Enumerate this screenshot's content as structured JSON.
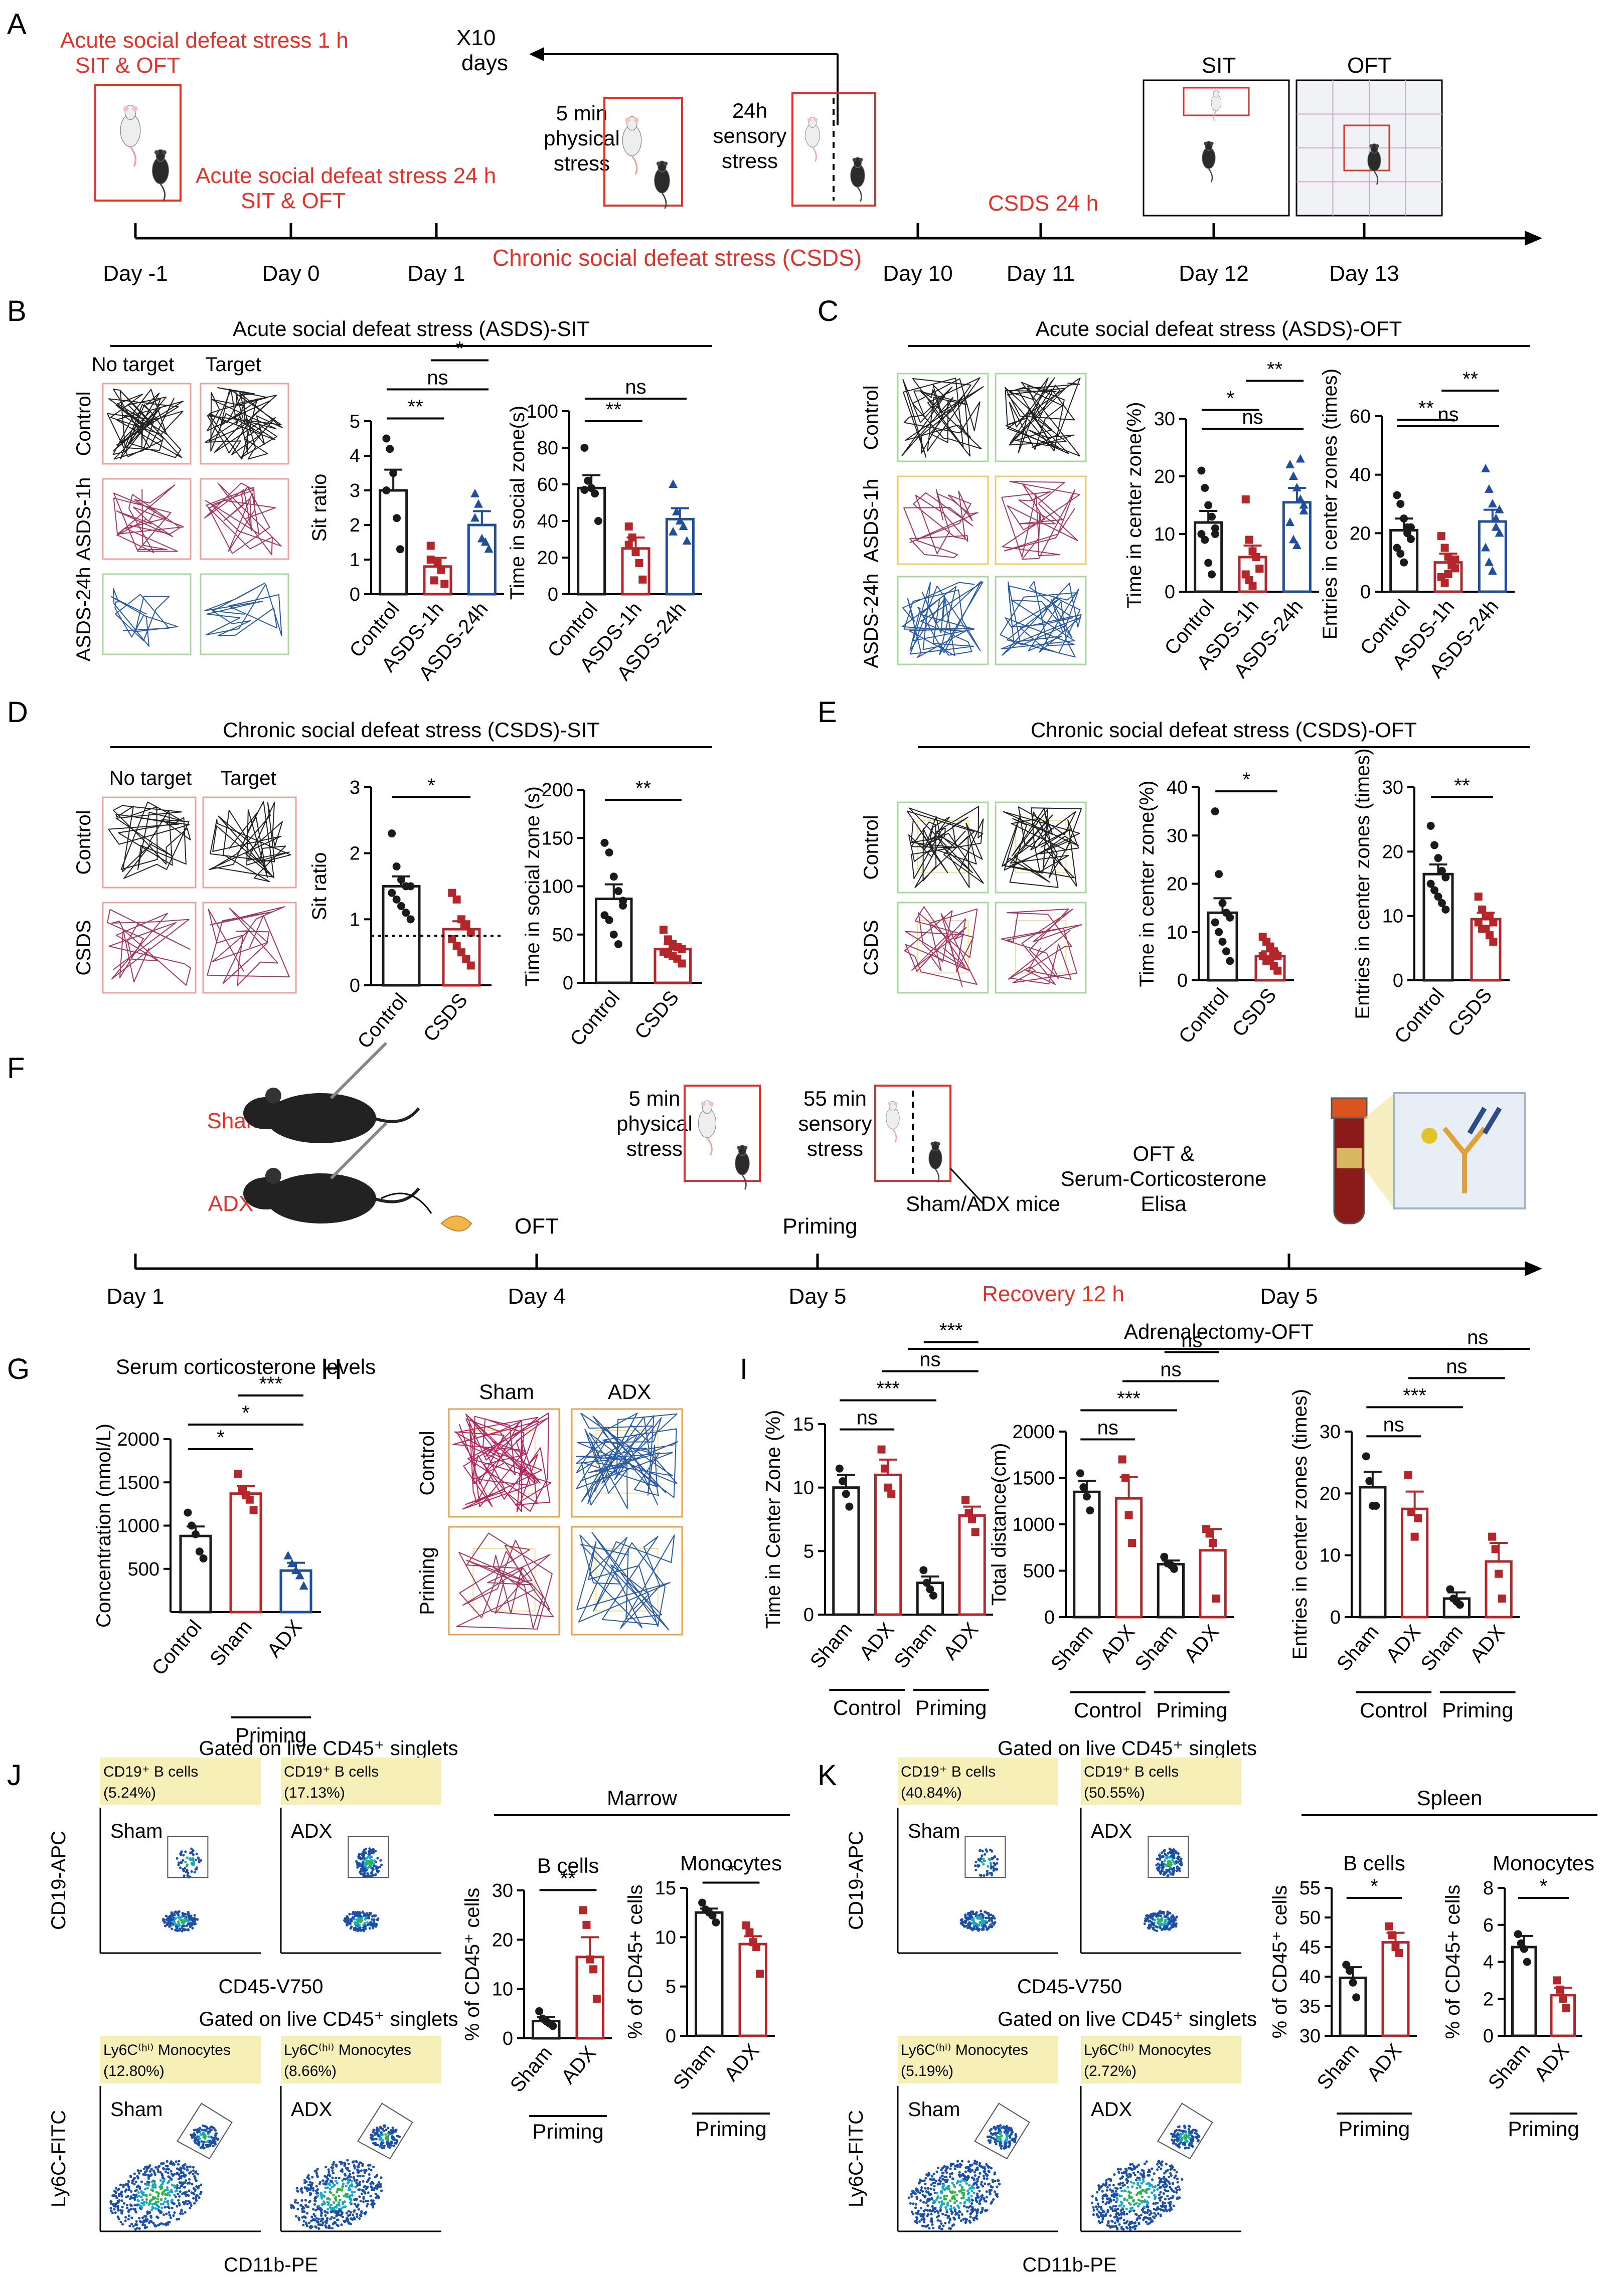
{
  "panel_letters": [
    "A",
    "B",
    "C",
    "D",
    "E",
    "F",
    "G",
    "H",
    "I",
    "J",
    "K"
  ],
  "colors": {
    "black": "#1a1a1a",
    "red": "#b5262a",
    "blue": "#1f4e9c",
    "accent_text": "#e0312b",
    "flow_box": "#f6f0b8"
  },
  "panel_a": {
    "notes": {
      "asds1": [
        "Acute social defeat stress 1 h",
        "SIT & OFT"
      ],
      "asds24": [
        "Acute social defeat stress 24 h",
        "SIT & OFT"
      ],
      "x10": [
        "X10",
        "days"
      ],
      "physical": [
        "5 min",
        "physical",
        "stress"
      ],
      "sensory": [
        "24h",
        "sensory",
        "stress"
      ],
      "csds24": "CSDS 24 h",
      "csds_span": "Chronic social defeat stress (CSDS)",
      "sit": "SIT",
      "oft": "OFT"
    },
    "timeline": [
      "Day -1",
      "Day 0",
      "Day 1",
      "Day 10",
      "Day 11",
      "Day 12",
      "Day 13"
    ]
  },
  "panel_b": {
    "title": "Acute social defeat stress (ASDS)-SIT",
    "col_labels": [
      "No target",
      "Target"
    ],
    "row_labels": [
      "Control",
      "ASDS-1h",
      "ASDS-24h"
    ]
  },
  "panel_c": {
    "title": "Acute social defeat stress (ASDS)-OFT",
    "row_labels": [
      "Control",
      "ASDS-1h",
      "ASDS-24h"
    ]
  },
  "panel_d": {
    "title": "Chronic social defeat stress (CSDS)-SIT",
    "col_labels": [
      "No target",
      "Target"
    ],
    "row_labels": [
      "Control",
      "CSDS"
    ]
  },
  "panel_e": {
    "title": "Chronic social defeat stress (CSDS)-OFT",
    "row_labels": [
      "Control",
      "CSDS"
    ]
  },
  "panel_f": {
    "sham": "Sham",
    "adx": "ADX",
    "physical": [
      "5 min",
      "physical",
      "stress"
    ],
    "sensory": [
      "55 min",
      "sensory",
      "stress"
    ],
    "mice": "Sham/ADX mice",
    "oft_elisa": [
      "OFT &",
      "Serum-Corticosterone",
      "Elisa"
    ],
    "oft": "OFT",
    "priming": "Priming",
    "recovery": "Recovery 12 h",
    "timeline": [
      "Day 1",
      "Day 4",
      "Day 5",
      "Day 5"
    ]
  },
  "panel_h": {
    "col_labels": [
      "Sham",
      "ADX"
    ],
    "row_labels": [
      "Control",
      "Priming"
    ]
  },
  "panel_i": {
    "title": "Adrenalectomy-OFT",
    "group_labels": [
      "Control",
      "Priming"
    ]
  },
  "panel_j": {
    "header": "Gated on live CD45⁺ singlets",
    "flow": [
      {
        "gate": [
          "CD19⁺ B cells",
          "(5.24%)"
        ],
        "sample": "Sham"
      },
      {
        "gate": [
          "CD19⁺ B cells",
          "(17.13%)"
        ],
        "sample": "ADX"
      },
      {
        "gate": [
          "Ly6C⁽ʰⁱ⁾ Monocytes",
          "(12.80%)"
        ],
        "sample": "Sham"
      },
      {
        "gate": [
          "Ly6C⁽ʰⁱ⁾ Monocytes",
          "(8.66%)"
        ],
        "sample": "ADX"
      }
    ],
    "top_xlabel": "CD45-V750",
    "top_ylabel": "CD19-APC",
    "bot_xlabel": "CD11b-PE",
    "bot_ylabel": "Ly6C-FITC",
    "tissue": "Marrow"
  },
  "panel_k": {
    "header": "Gated on live CD45⁺ singlets",
    "flow": [
      {
        "gate": [
          "CD19⁺ B cells",
          "(40.84%)"
        ],
        "sample": "Sham"
      },
      {
        "gate": [
          "CD19⁺ B cells",
          "(50.55%)"
        ],
        "sample": "ADX"
      },
      {
        "gate": [
          "Ly6C⁽ʰⁱ⁾ Monocytes",
          "(5.19%)"
        ],
        "sample": "Sham"
      },
      {
        "gate": [
          "Ly6C⁽ʰⁱ⁾ Monocytes",
          "(2.72%)"
        ],
        "sample": "ADX"
      }
    ],
    "top_xlabel": "CD45-V750",
    "top_ylabel": "CD19-APC",
    "bot_xlabel": "CD11b-PE",
    "bot_ylabel": "Ly6C-FITC",
    "tissue": "Spleen"
  },
  "chart_data": [
    {
      "id": "B1",
      "type": "bar",
      "ylabel": "Sit ratio",
      "ylim": [
        0,
        5
      ],
      "yticks": [
        0,
        1,
        2,
        3,
        4,
        5
      ],
      "categories": [
        "Control",
        "ASDS-1h",
        "ASDS-24h"
      ],
      "values": [
        3.0,
        0.8,
        2.0
      ],
      "errors": [
        0.6,
        0.25,
        0.4
      ],
      "points": [
        [
          4.5,
          4.2,
          3.5,
          2.2,
          1.3,
          3.0
        ],
        [
          1.4,
          0.4,
          0.9,
          0.7,
          0.3,
          1.0
        ],
        [
          2.9,
          2.6,
          1.6,
          1.5,
          1.3,
          2.2
        ]
      ],
      "sig": [
        [
          "**",
          0,
          1
        ],
        [
          "ns",
          0,
          2
        ],
        [
          "*",
          1,
          2
        ]
      ]
    },
    {
      "id": "B2",
      "type": "bar",
      "ylabel": "Time in social zone(s)",
      "ylim": [
        0,
        100
      ],
      "yticks": [
        0,
        20,
        40,
        60,
        80,
        100
      ],
      "categories": [
        "Control",
        "ASDS-1h",
        "ASDS-24h"
      ],
      "values": [
        58,
        25,
        41
      ],
      "errors": [
        7,
        6,
        6
      ],
      "points": [
        [
          80,
          62,
          58,
          55,
          40,
          57
        ],
        [
          37,
          31,
          23,
          17,
          8,
          27
        ],
        [
          60,
          45,
          40,
          37,
          29,
          34
        ]
      ],
      "sig": [
        [
          "**",
          0,
          1
        ],
        [
          "ns",
          0,
          2
        ]
      ]
    },
    {
      "id": "C1",
      "type": "bar",
      "ylabel": "Time in center zone(%)",
      "ylim": [
        0,
        30
      ],
      "yticks": [
        0,
        10,
        20,
        30
      ],
      "categories": [
        "Control",
        "ASDS-1h",
        "ASDS-24h"
      ],
      "values": [
        12,
        6,
        15.5
      ],
      "errors": [
        2,
        2,
        2.5
      ],
      "points": [
        [
          21,
          18,
          15,
          13,
          11,
          10,
          9,
          5,
          3,
          10
        ],
        [
          16,
          9,
          7,
          6,
          4,
          3,
          2,
          1,
          6,
          4
        ],
        [
          22,
          20,
          18,
          16,
          14,
          12,
          9,
          8,
          23,
          15
        ]
      ],
      "sig": [
        [
          "ns",
          0,
          2
        ],
        [
          "*",
          0,
          1
        ],
        [
          "**",
          1,
          2
        ]
      ]
    },
    {
      "id": "C2",
      "type": "bar",
      "ylabel": "Entries in center zones (times)",
      "ylim": [
        0,
        60
      ],
      "yticks": [
        0,
        20,
        40,
        60
      ],
      "categories": [
        "Control",
        "ASDS-1h",
        "ASDS-24h"
      ],
      "values": [
        21,
        10,
        24
      ],
      "errors": [
        4,
        3,
        4
      ],
      "points": [
        [
          33,
          30,
          25,
          22,
          18,
          15,
          13,
          10,
          20,
          22
        ],
        [
          19,
          15,
          12,
          10,
          8,
          5,
          3,
          6,
          9,
          11
        ],
        [
          42,
          35,
          30,
          25,
          20,
          15,
          10,
          7,
          22,
          28
        ]
      ],
      "sig": [
        [
          "ns",
          0,
          2
        ],
        [
          "**",
          0,
          1
        ],
        [
          "**",
          1,
          2
        ]
      ]
    },
    {
      "id": "D1",
      "type": "bar",
      "ylabel": "Sit ratio",
      "ylim": [
        0,
        3
      ],
      "yticks": [
        0,
        1,
        2,
        3
      ],
      "ref": 0.75,
      "categories": [
        "Control",
        "CSDS"
      ],
      "values": [
        1.5,
        0.85
      ],
      "errors": [
        0.15,
        0.12
      ],
      "points": [
        [
          2.3,
          1.8,
          1.6,
          1.5,
          1.5,
          1.4,
          1.3,
          1.2,
          1.1,
          1.0
        ],
        [
          1.4,
          1.3,
          1.0,
          0.9,
          0.8,
          0.7,
          0.6,
          0.5,
          0.4,
          0.3
        ]
      ],
      "sig": [
        [
          "*",
          0,
          1
        ]
      ]
    },
    {
      "id": "D2",
      "type": "bar",
      "ylabel": "Time in social zone (s)",
      "ylim": [
        0,
        200
      ],
      "yticks": [
        0,
        50,
        100,
        150,
        200
      ],
      "categories": [
        "Control",
        "CSDS"
      ],
      "values": [
        87,
        35
      ],
      "errors": [
        15,
        5
      ],
      "points": [
        [
          145,
          135,
          110,
          95,
          85,
          70,
          65,
          50,
          40,
          80
        ],
        [
          55,
          45,
          40,
          37,
          35,
          32,
          30,
          28,
          25,
          20
        ]
      ],
      "sig": [
        [
          "**",
          0,
          1
        ]
      ]
    },
    {
      "id": "E1",
      "type": "bar",
      "ylabel": "Time in center zone(%)",
      "ylim": [
        0,
        40
      ],
      "yticks": [
        0,
        10,
        20,
        30,
        40
      ],
      "categories": [
        "Control",
        "CSDS"
      ],
      "values": [
        14,
        5
      ],
      "errors": [
        3,
        1
      ],
      "points": [
        [
          35,
          22,
          16,
          14,
          13,
          12,
          10,
          8,
          6,
          4
        ],
        [
          9,
          8,
          7,
          6,
          5,
          5,
          4,
          4,
          3,
          2
        ]
      ],
      "sig": [
        [
          "*",
          0,
          1
        ]
      ]
    },
    {
      "id": "E2",
      "type": "bar",
      "ylabel": "Entries in center zones (times)",
      "ylim": [
        0,
        30
      ],
      "yticks": [
        0,
        10,
        20,
        30
      ],
      "categories": [
        "Control",
        "CSDS"
      ],
      "values": [
        16.5,
        9.5
      ],
      "errors": [
        1.5,
        1
      ],
      "points": [
        [
          24,
          21,
          19,
          17,
          16,
          15,
          14,
          13,
          12,
          11
        ],
        [
          13,
          11,
          10,
          10,
          9,
          9,
          8,
          8,
          7,
          6
        ]
      ],
      "sig": [
        [
          "**",
          0,
          1
        ]
      ]
    },
    {
      "id": "G",
      "type": "bar",
      "title": "Serum corticosterone levels",
      "ylabel": "Concentration (nmol/L)",
      "ylim": [
        0,
        2000
      ],
      "yticks": [
        500,
        1000,
        1500,
        2000
      ],
      "group_label": "Priming",
      "group_span": [
        1,
        2
      ],
      "categories": [
        "Control",
        "Sham",
        "ADX"
      ],
      "values": [
        880,
        1370,
        480
      ],
      "errors": [
        110,
        90,
        90
      ],
      "points": [
        [
          1150,
          1000,
          900,
          700,
          620
        ],
        [
          1600,
          1420,
          1350,
          1300,
          1180
        ],
        [
          650,
          560,
          480,
          420,
          300
        ]
      ],
      "sig": [
        [
          "*",
          0,
          1
        ],
        [
          "*",
          0,
          2
        ],
        [
          "***",
          1,
          2
        ]
      ]
    },
    {
      "id": "I1",
      "type": "bar",
      "ylabel": "Time in Center Zone (%)",
      "ylim": [
        0,
        15
      ],
      "yticks": [
        0,
        5,
        10,
        15
      ],
      "categories": [
        "Sham",
        "ADX",
        "Sham",
        "ADX"
      ],
      "values": [
        10,
        11,
        2.5,
        7.8
      ],
      "errors": [
        1,
        1.2,
        0.5,
        0.7
      ],
      "points": [
        [
          11.5,
          10.5,
          9.5,
          8.5
        ],
        [
          13,
          11.5,
          10,
          9.5
        ],
        [
          3.5,
          2.5,
          2,
          1.5
        ],
        [
          9,
          8,
          7.5,
          6.5
        ]
      ],
      "sig": [
        [
          "ns",
          0,
          1
        ],
        [
          "***",
          0,
          2
        ],
        [
          "ns",
          1,
          3
        ],
        [
          "***",
          2,
          3
        ]
      ]
    },
    {
      "id": "I2",
      "type": "bar",
      "ylabel": "Total distance(cm)",
      "ylim": [
        0,
        2000
      ],
      "yticks": [
        0,
        500,
        1000,
        1500,
        2000
      ],
      "categories": [
        "Sham",
        "ADX",
        "Sham",
        "ADX"
      ],
      "values": [
        1350,
        1280,
        570,
        720
      ],
      "errors": [
        120,
        230,
        40,
        230
      ],
      "points": [
        [
          1550,
          1400,
          1300,
          1150
        ],
        [
          1700,
          1500,
          1100,
          800
        ],
        [
          650,
          580,
          560,
          520
        ],
        [
          950,
          900,
          800,
          200
        ]
      ],
      "sig": [
        [
          "ns",
          0,
          1
        ],
        [
          "***",
          0,
          2
        ],
        [
          "ns",
          1,
          3
        ],
        [
          "ns",
          2,
          3
        ]
      ]
    },
    {
      "id": "I3",
      "type": "bar",
      "ylabel": "Entries in center zones (times)",
      "ylim": [
        0,
        30
      ],
      "yticks": [
        0,
        10,
        20,
        30
      ],
      "categories": [
        "Sham",
        "ADX",
        "Sham",
        "ADX"
      ],
      "values": [
        21,
        17.5,
        3,
        9
      ],
      "errors": [
        2.5,
        2.8,
        1,
        3
      ],
      "points": [
        [
          26,
          22,
          18,
          18
        ],
        [
          23,
          17,
          13,
          16
        ],
        [
          4.5,
          3,
          2.5,
          2
        ],
        [
          13,
          11,
          7,
          3
        ]
      ],
      "sig": [
        [
          "ns",
          0,
          1
        ],
        [
          "***",
          0,
          2
        ],
        [
          "ns",
          1,
          3
        ],
        [
          "ns",
          2,
          3
        ]
      ]
    },
    {
      "id": "J1",
      "type": "bar",
      "title": "B cells",
      "ylabel": "% of CD45⁺ cells",
      "ylim": [
        0,
        30
      ],
      "yticks": [
        0,
        10,
        20,
        30
      ],
      "categories": [
        "Sham",
        "ADX"
      ],
      "values": [
        3.5,
        16.5
      ],
      "errors": [
        0.8,
        4
      ],
      "points": [
        [
          5.5,
          4,
          3.5,
          3,
          2.5
        ],
        [
          26,
          23,
          16,
          14,
          8
        ]
      ],
      "sig": [
        [
          "**",
          0,
          1
        ]
      ]
    },
    {
      "id": "J2",
      "type": "bar",
      "title": "Monocytes",
      "ylabel": "% of CD45+ cells",
      "ylim": [
        0,
        15
      ],
      "yticks": [
        0,
        5,
        10,
        15
      ],
      "categories": [
        "Sham",
        "ADX"
      ],
      "values": [
        12.5,
        9.3
      ],
      "errors": [
        0.4,
        0.8
      ],
      "points": [
        [
          13.5,
          12.8,
          12.5,
          12.2,
          11.5
        ],
        [
          11.2,
          10.5,
          9.5,
          9,
          6.3
        ]
      ],
      "sig": [
        [
          "*",
          0,
          1
        ]
      ]
    },
    {
      "id": "K1",
      "type": "bar",
      "title": "B cells",
      "ylabel": "% of CD45⁺ cells",
      "ylim": [
        30,
        55
      ],
      "yticks": [
        30,
        35,
        40,
        45,
        50,
        55
      ],
      "categories": [
        "Sham",
        "ADX"
      ],
      "values": [
        39.8,
        45.8
      ],
      "errors": [
        1.8,
        1.6
      ],
      "points": [
        [
          42,
          41,
          39,
          36.5
        ],
        [
          48.5,
          47,
          45,
          44
        ]
      ],
      "sig": [
        [
          "*",
          0,
          1
        ]
      ]
    },
    {
      "id": "K2",
      "type": "bar",
      "title": "Monocytes",
      "ylabel": "% of CD45+ cells",
      "ylim": [
        0,
        8
      ],
      "yticks": [
        0,
        2,
        4,
        6,
        8
      ],
      "categories": [
        "Sham",
        "ADX"
      ],
      "values": [
        4.8,
        2.2
      ],
      "errors": [
        0.6,
        0.4
      ],
      "points": [
        [
          5.5,
          5,
          4.7,
          4
        ],
        [
          3,
          2.5,
          2,
          1.5
        ]
      ],
      "sig": [
        [
          "*",
          0,
          1
        ]
      ]
    }
  ]
}
